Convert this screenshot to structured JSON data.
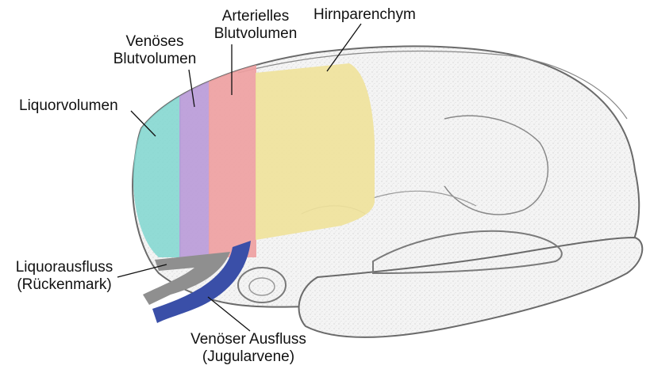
{
  "labels": {
    "hirnparenchym": "Hirnparenchym",
    "arterielles_line1": "Arterielles",
    "arterielles_line2": "Blutvolumen",
    "venoeses_line1": "Venöses",
    "venoeses_line2": "Blutvolumen",
    "liquorvolumen": "Liquorvolumen",
    "liquorausfluss_line1": "Liquorausfluss",
    "liquorausfluss_line2": "(Rückenmark)",
    "venoeser_ausfluss_line1": "Venöser Ausfluss",
    "venoeser_ausfluss_line2": "(Jugularvene)"
  },
  "colors": {
    "liquor": "#7fd6cf",
    "venous_blood": "#b99ad8",
    "arterial_blood": "#ee9ea0",
    "parenchyma": "#f0e29a",
    "csf_outflow": "#8f8f8f",
    "venous_outflow": "#3a4fa8",
    "skull_outline": "#6a6a6a",
    "leader_line": "#111111"
  }
}
